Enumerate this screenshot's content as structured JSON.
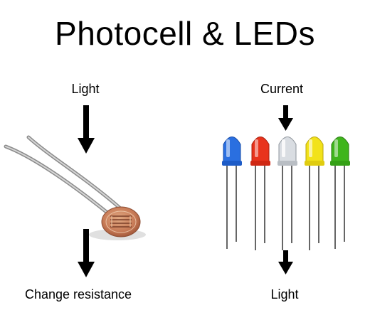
{
  "title": "Photocell & LEDs",
  "photocell": {
    "input_label": "Light",
    "output_label": "Change resistance"
  },
  "leds": {
    "input_label": "Current",
    "output_label": "Light",
    "colors": [
      "#2a6fe0",
      "#e8331c",
      "#d9dde2",
      "#f2e21a",
      "#3fb51c"
    ]
  }
}
